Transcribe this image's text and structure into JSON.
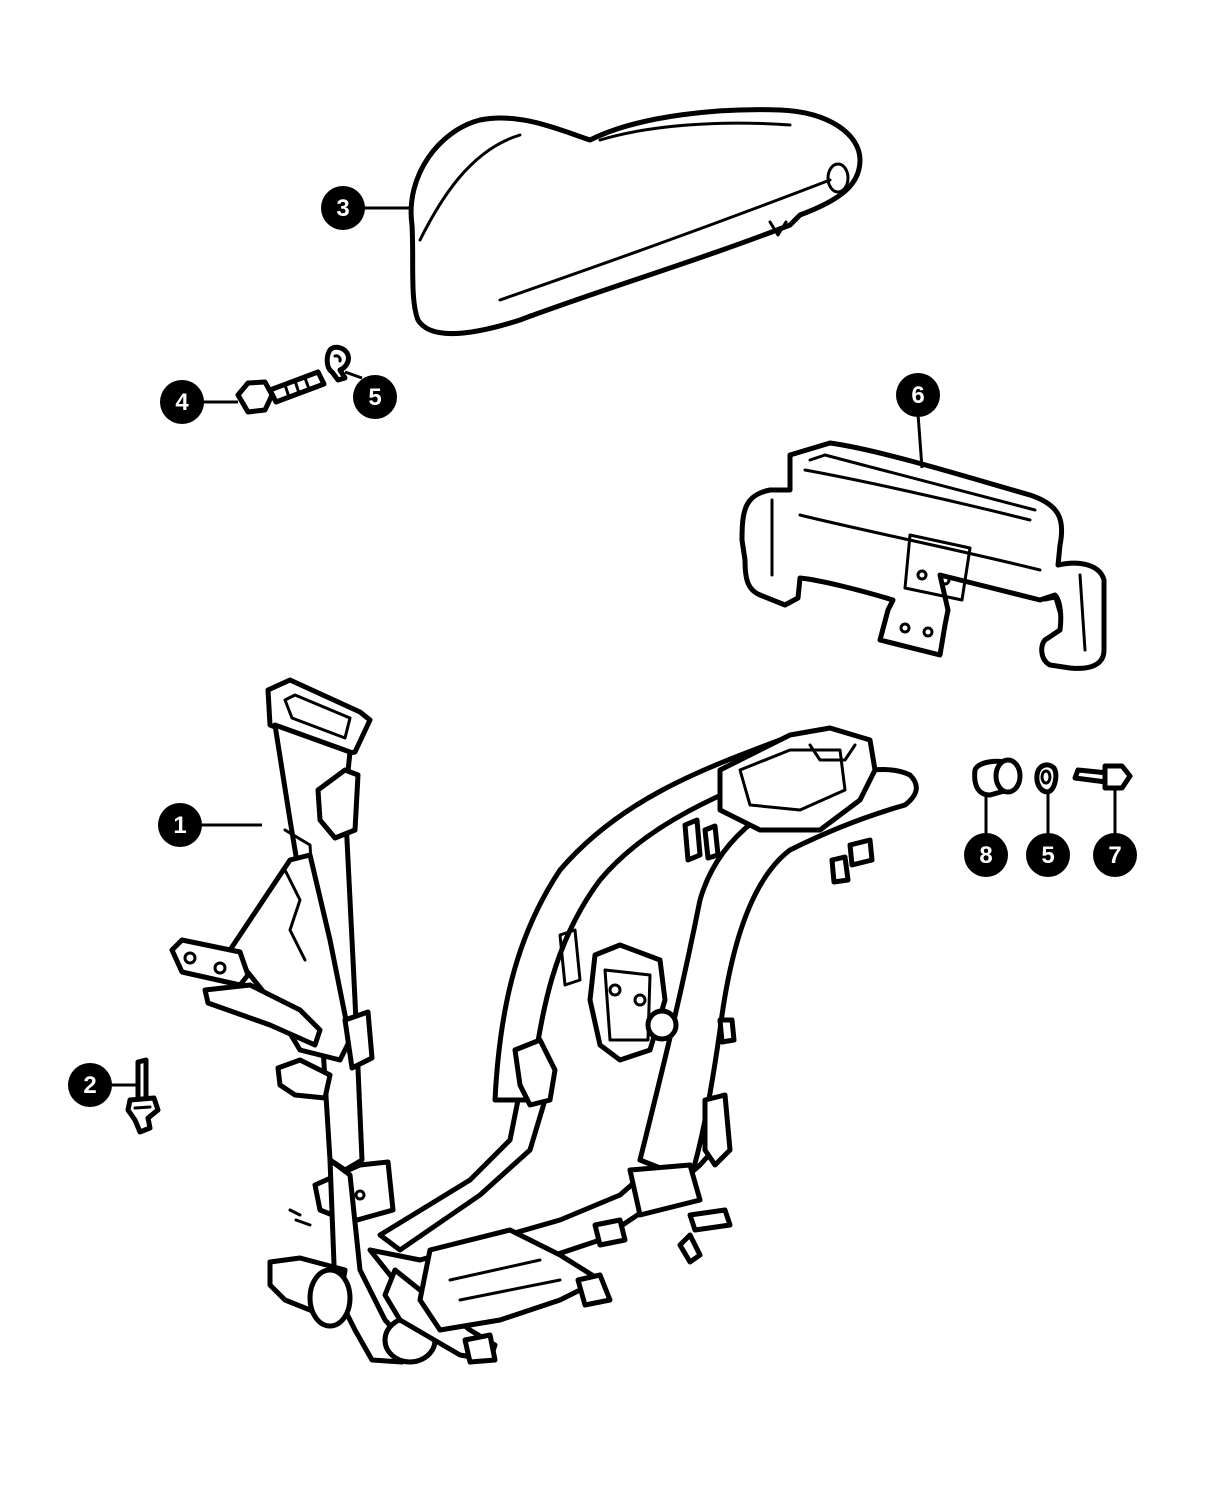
{
  "callouts": [
    {
      "id": "1",
      "label": "1"
    },
    {
      "id": "2",
      "label": "2"
    },
    {
      "id": "3",
      "label": "3"
    },
    {
      "id": "4",
      "label": "4"
    },
    {
      "id": "5a",
      "label": "5"
    },
    {
      "id": "6",
      "label": "6"
    },
    {
      "id": "8",
      "label": "8"
    },
    {
      "id": "5b",
      "label": "5"
    },
    {
      "id": "7",
      "label": "7"
    }
  ],
  "colors": {
    "ink": "#000000",
    "paper": "#ffffff"
  }
}
